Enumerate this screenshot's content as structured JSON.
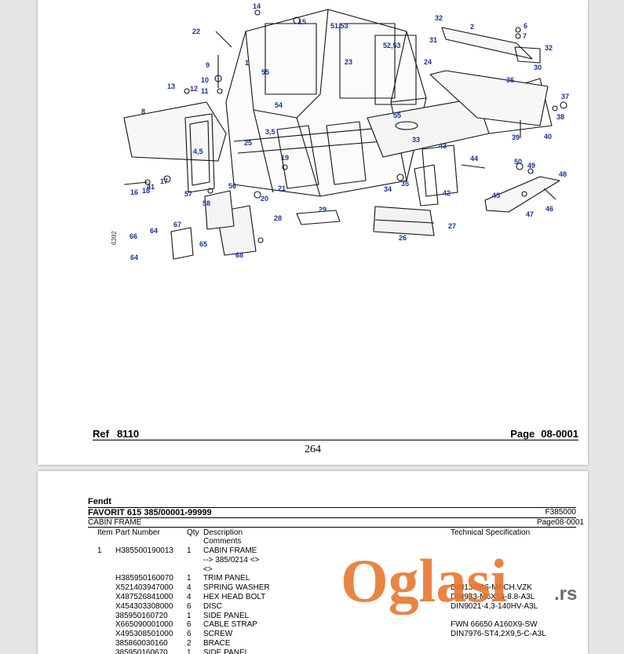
{
  "diagram": {
    "figure_id": "6392",
    "callouts": [
      "1",
      "2",
      "3,5",
      "4,5",
      "6",
      "7",
      "8",
      "9",
      "10",
      "11",
      "12",
      "13",
      "14",
      "15",
      "16",
      "17",
      "18",
      "19",
      "20",
      "21",
      "22",
      "23",
      "24",
      "25",
      "26",
      "27",
      "28",
      "29",
      "30",
      "31",
      "32",
      "32",
      "33",
      "34",
      "35",
      "36",
      "37",
      "38",
      "39",
      "40",
      "41",
      "42",
      "43",
      "44",
      "45",
      "46",
      "47",
      "48",
      "49",
      "50",
      "51,53",
      "52,53",
      "54",
      "55",
      "55",
      "56",
      "57",
      "58",
      "64",
      "64",
      "65",
      "66",
      "67",
      "68"
    ]
  },
  "footer": {
    "ref_label": "Ref",
    "ref_value": "8110",
    "page_label": "Page",
    "page_value": "08-0001",
    "page_number": "264"
  },
  "parts_list": {
    "brand": "Fendt",
    "model": "FAVORIT 615 385/00001-99999",
    "doc_code": "F385000",
    "section": "CABIN FRAME",
    "page_ref": "Page08-0001",
    "headers": {
      "item": "Item",
      "part": "Part Number",
      "qty": "Qty",
      "description": "Description",
      "comments": "Comments",
      "spec": "Technical Specification"
    },
    "rows": [
      {
        "item": "1",
        "part": "H385500190013",
        "qty": "1",
        "description": "CABIN FRAME",
        "spec": ""
      },
      {
        "item": "",
        "part": "",
        "qty": "",
        "description": "--> 385/0214 <>",
        "spec": ""
      },
      {
        "item": "",
        "part": "",
        "qty": "",
        "description": "<>",
        "spec": ""
      },
      {
        "item": "",
        "part": "H385950160070",
        "qty": "1",
        "description": "TRIM PANEL",
        "spec": ""
      },
      {
        "item": "",
        "part": "X521403947000",
        "qty": "4",
        "description": "SPRING WASHER",
        "spec": "DIN137/B6-MECH.VZK"
      },
      {
        "item": "",
        "part": "X487526841000",
        "qty": "4",
        "description": "HEX HEAD BOLT",
        "spec": "DIN933-M6X16-8.8-A3L"
      },
      {
        "item": "",
        "part": "X454303308000",
        "qty": "6",
        "description": "DISC",
        "spec": "DIN9021-4,3-140HV-A3L"
      },
      {
        "item": "",
        "part": "385950160720",
        "qty": "1",
        "description": "SIDE PANEL",
        "spec": ""
      },
      {
        "item": "",
        "part": "X665090001000",
        "qty": "6",
        "description": "CABLE STRAP",
        "spec": "FWN 66650 A160X9-SW"
      },
      {
        "item": "",
        "part": "X495308501000",
        "qty": "6",
        "description": "SCREW",
        "spec": "DIN7976-ST4,2X9,5-C-A3L"
      },
      {
        "item": "",
        "part": "385860030160",
        "qty": "2",
        "description": "BRACE",
        "spec": ""
      },
      {
        "item": "",
        "part": "385950160670",
        "qty": "1",
        "description": "SIDE PANEL",
        "spec": ""
      }
    ]
  },
  "watermark": {
    "brand": "Oglasi",
    "tld": ".rs",
    "color": "#e8742a"
  }
}
